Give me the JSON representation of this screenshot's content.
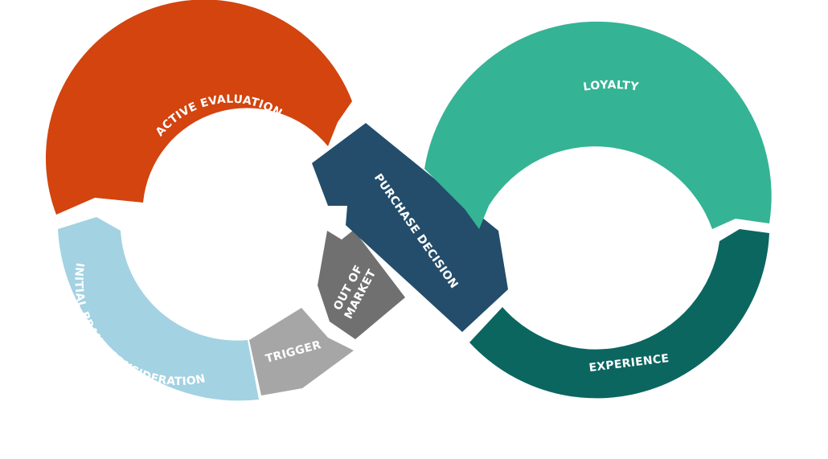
{
  "diagram": {
    "segments": [
      {
        "id": "active-evaluation",
        "label": "ACTIVE EVALUATION",
        "color": "#D3440F"
      },
      {
        "id": "initial-brand-consideration",
        "label": "INITIAL BRAND CONSIDERATION",
        "color": "#A3D2E2"
      },
      {
        "id": "trigger",
        "label": "TRIGGER",
        "color": "#A6A6A6"
      },
      {
        "id": "out-of-market",
        "label_line1": "OUT OF",
        "label_line2": "MARKET",
        "color": "#707070"
      },
      {
        "id": "purchase-decision",
        "label": "PURCHASE DECISION",
        "color": "#234D6B"
      },
      {
        "id": "loyalty",
        "label": "LOYALTY",
        "color": "#35B395"
      },
      {
        "id": "experience",
        "label": "EXPERIENCE",
        "color": "#0B6660"
      }
    ]
  }
}
